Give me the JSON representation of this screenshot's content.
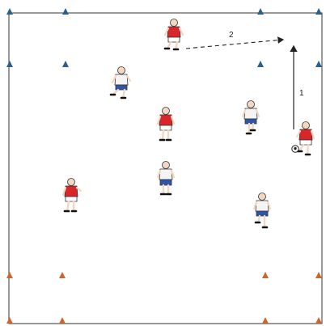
{
  "diagram": {
    "colors": {
      "field_line": "#555555",
      "cone_blue": "#2b5f8e",
      "cone_orange": "#c8682e",
      "red_shirt": "#d8262b",
      "white_shirt": "#f4f4f4",
      "blue_shorts": "#2f55a8",
      "white_shorts": "#ffffff",
      "skin": "#f3d7c2",
      "outline": "#333333",
      "arrow": "#222222"
    },
    "labels": {
      "run_label": "1",
      "pass_label": "2"
    },
    "counts": {
      "red_players": 4,
      "white_players": 4,
      "blue_cones": 8,
      "orange_cones": 8,
      "balls": 1
    }
  }
}
